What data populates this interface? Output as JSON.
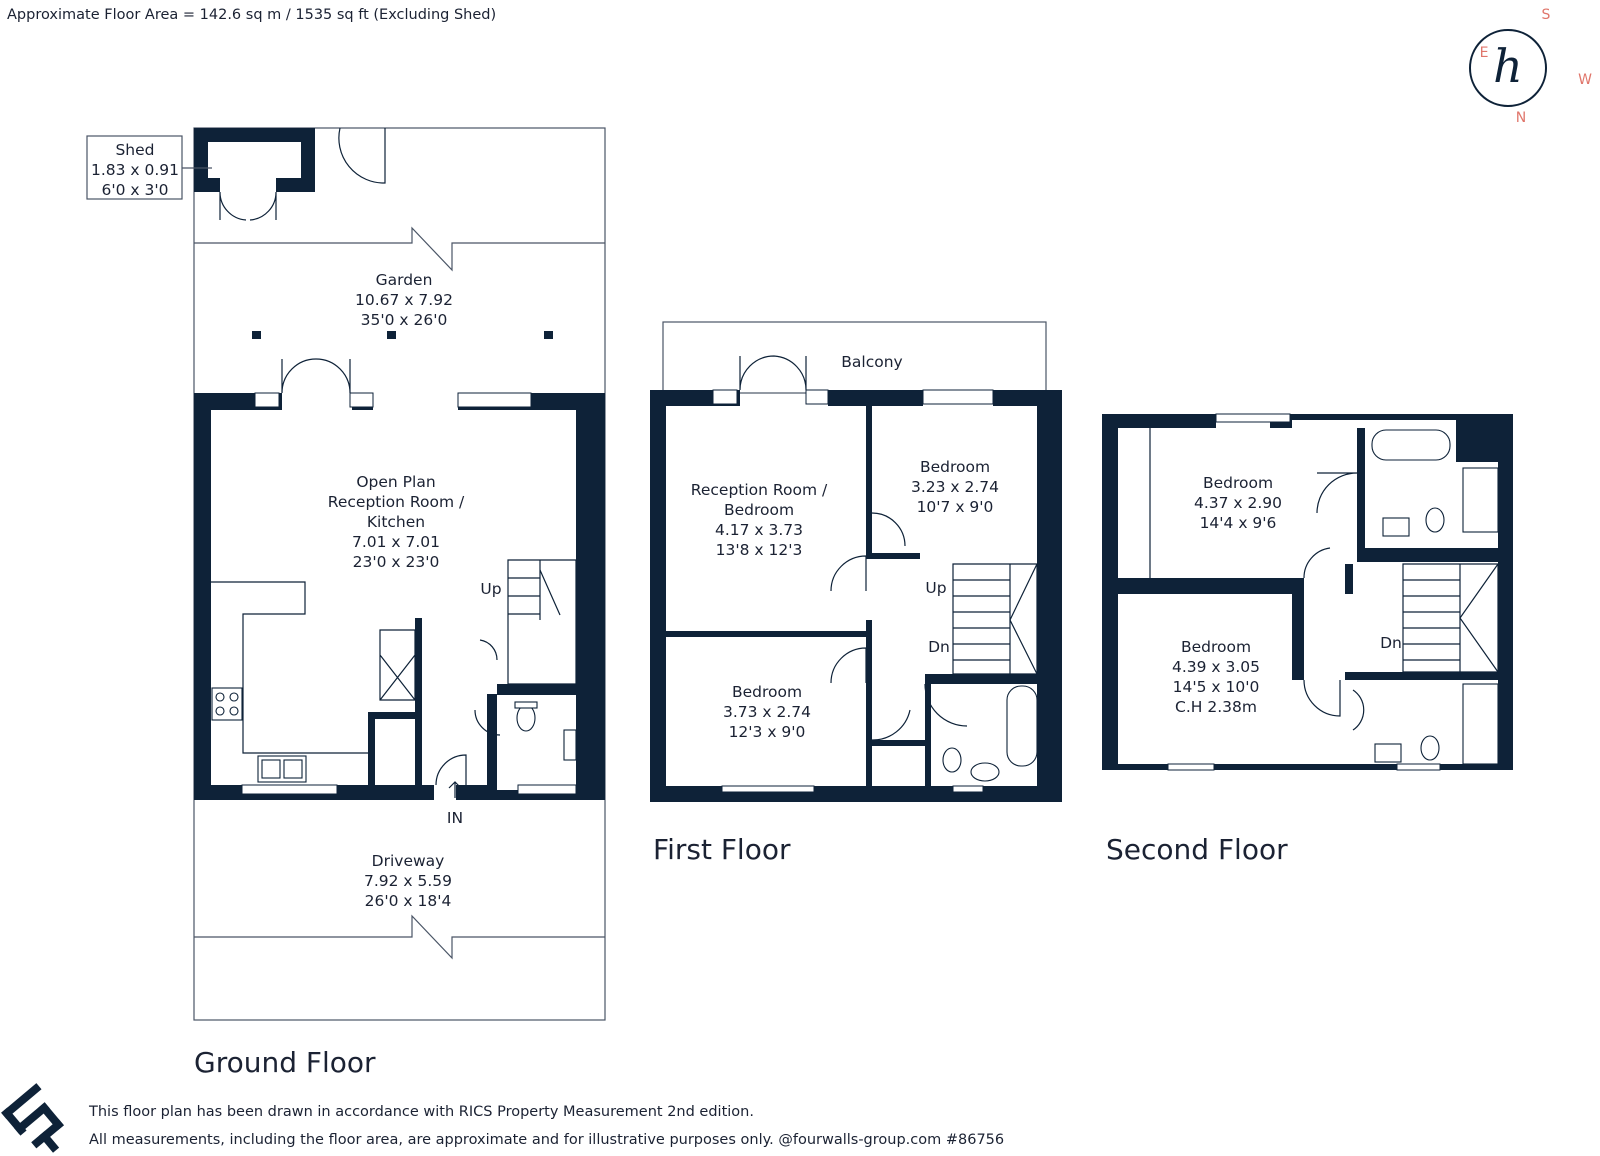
{
  "header": {
    "floor_area": "Approximate Floor Area = 142.6 sq m / 1535 sq ft (Excluding Shed)"
  },
  "compass": {
    "letters": [
      "S",
      "E",
      "W",
      "N"
    ],
    "logo_letter": "h",
    "accent_color": "#e0766b"
  },
  "ground_floor": {
    "title": "Ground Floor",
    "shed": {
      "name": "Shed",
      "metric": "1.83 x 0.91",
      "imperial": "6'0 x 3'0"
    },
    "garden": {
      "name": "Garden",
      "metric": "10.67 x 7.92",
      "imperial": "35'0 x 26'0"
    },
    "open_plan": {
      "line1": "Open Plan",
      "line2": "Reception Room /",
      "line3": "Kitchen",
      "metric": "7.01 x 7.01",
      "imperial": "23'0 x 23'0"
    },
    "stairs_label": "Up",
    "entrance": "IN",
    "driveway": {
      "name": "Driveway",
      "metric": "7.92 x 5.59",
      "imperial": "26'0 x 18'4"
    }
  },
  "first_floor": {
    "title": "First Floor",
    "balcony": "Balcony",
    "reception": {
      "line1": "Reception Room /",
      "line2": "Bedroom",
      "metric": "4.17 x 3.73",
      "imperial": "13'8 x 12'3"
    },
    "bedroom_right": {
      "name": "Bedroom",
      "metric": "3.23 x 2.74",
      "imperial": "10'7 x 9'0"
    },
    "bedroom_bottom": {
      "name": "Bedroom",
      "metric": "3.73 x 2.74",
      "imperial": "12'3 x 9'0"
    },
    "stairs_up": "Up",
    "stairs_dn": "Dn"
  },
  "second_floor": {
    "title": "Second Floor",
    "bedroom_top": {
      "name": "Bedroom",
      "metric": "4.37 x 2.90",
      "imperial": "14'4 x 9'6"
    },
    "bedroom_bottom": {
      "name": "Bedroom",
      "metric": "4.39 x 3.05",
      "imperial": "14'5 x 10'0",
      "height": "C.H 2.38m"
    },
    "stairs_dn": "Dn"
  },
  "footer": {
    "line1": "This floor plan has been drawn in accordance with RICS Property Measurement 2nd edition.",
    "line2": "All measurements, including the floor area, are approximate and for illustrative purposes only. @fourwalls-group.com #86756"
  }
}
